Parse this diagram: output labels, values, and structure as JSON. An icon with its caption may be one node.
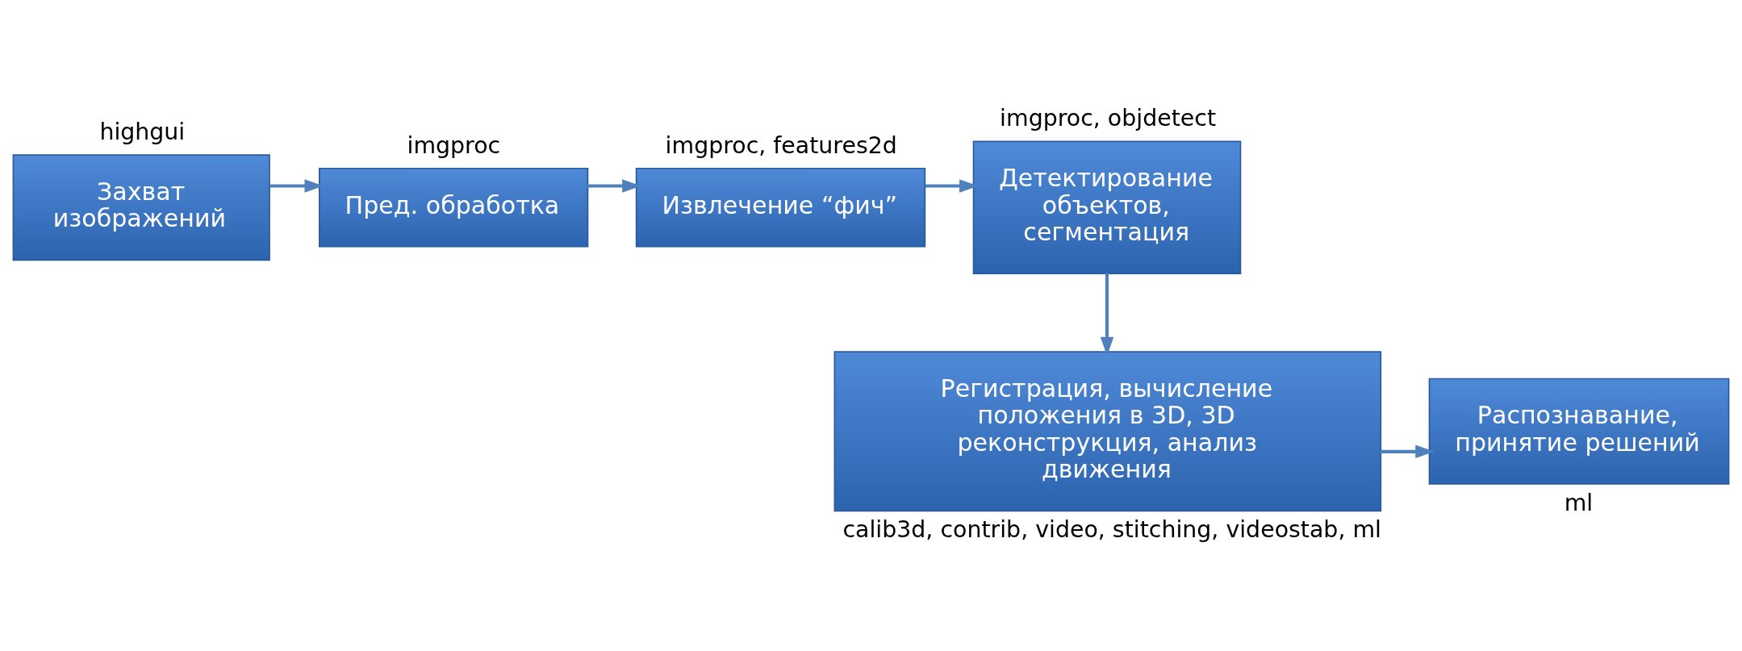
{
  "diagram": {
    "nodes": [
      {
        "text": [
          "Захват изображений"
        ],
        "beside": [
          "highgui"
        ]
      },
      {
        "text": [
          "Пред. обработка"
        ],
        "beside": [
          "imgproc"
        ]
      },
      {
        "text": [
          "Извлечение “фич”"
        ],
        "beside": [
          "imgproc, features2d"
        ]
      },
      {
        "text": [
          "Детектирование объектов, сегментация"
        ],
        "beside": [
          "imgproc, objdetect"
        ]
      },
      {
        "text": [
          "Регистрация, вычисление положения в 3D, 3D реконструкция, анализ движения"
        ],
        "beside": [
          "calib3d, contrib, video, stitching, videostab, ml"
        ]
      },
      {
        "text": [
          "Распознавание, принятие решений"
        ],
        "beside": [
          "ml"
        ]
      }
    ],
    "edges": [
      {
        "from": 0,
        "to": 1,
        "arrow": "to"
      },
      {
        "from": 1,
        "to": 2,
        "arrow": "to"
      },
      {
        "from": 2,
        "to": 3,
        "arrow": "to"
      },
      {
        "from": 3,
        "to": 4,
        "arrow": "to"
      },
      {
        "from": 4,
        "to": 5,
        "arrow": "to"
      }
    ]
  }
}
